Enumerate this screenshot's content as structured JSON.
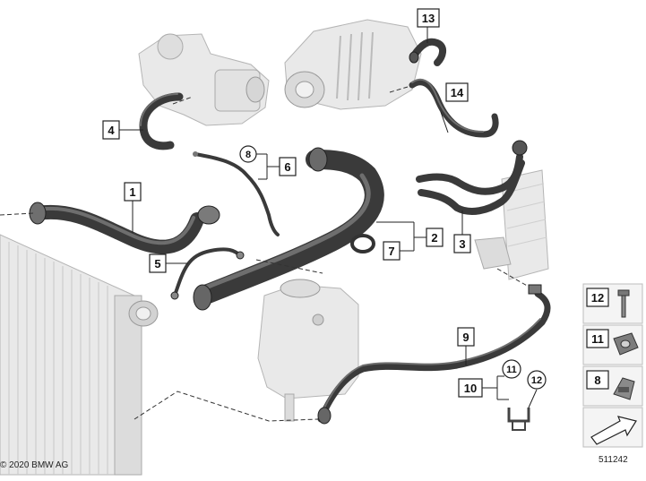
{
  "diagram": {
    "callouts": [
      "1",
      "2",
      "3",
      "4",
      "5",
      "6",
      "7",
      "8",
      "9",
      "10",
      "11",
      "12",
      "13",
      "14"
    ],
    "circled": {
      "8": "8",
      "11": "11",
      "12": "12"
    },
    "legend": [
      "12",
      "11",
      "8"
    ],
    "copyright": "© 2020 BMW AG",
    "diagram_number": "511242"
  }
}
